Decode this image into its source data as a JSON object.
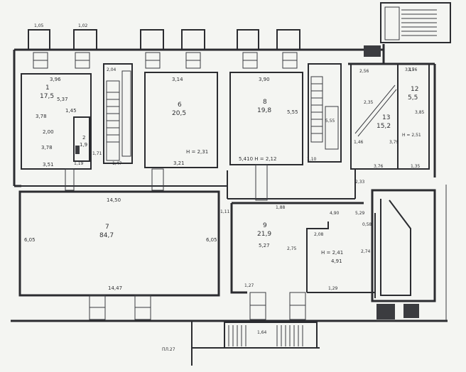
{
  "plan": {
    "rooms": [
      {
        "id": "r1",
        "number": "1",
        "area": "17,5"
      },
      {
        "id": "r6",
        "number": "6",
        "area": "20,5"
      },
      {
        "id": "r8",
        "number": "8",
        "area": "19,8"
      },
      {
        "id": "r7",
        "number": "7",
        "area": "84,7"
      },
      {
        "id": "r9",
        "number": "9",
        "area": "21,9"
      },
      {
        "id": "r12",
        "number": "12",
        "area": "5,5"
      },
      {
        "id": "r13",
        "number": "13",
        "area": "15,2"
      },
      {
        "id": "r2",
        "number": "2",
        "area": "1,9"
      }
    ],
    "dims": {
      "top_left_w1": "1,05",
      "top_left_w2": "1,02",
      "r1_top": "3,96",
      "r1_a": "5,37",
      "r1_b": "3,78",
      "r1_c": "2,00",
      "r1_d": "3,78",
      "r1_e": "1,45",
      "r1_bottom": "3,51",
      "r1_f": "1,19",
      "small_a": "2,04",
      "small_b": "1,71",
      "small_c": "1,47",
      "r6_top": "3,14",
      "r6_formula": "H = 2,31",
      "r6_bottom": "3,21",
      "r8_top": "3,90",
      "r8_side": "5,55",
      "r8_formula": "5,410 H = 2,12",
      "r8_e": "1,10",
      "r8_f": "5,55",
      "r12_top": "3,15",
      "r12_a": "3,85",
      "r13_top": "2,56",
      "r13_a": "3,79",
      "r13_b": "2,35",
      "r13_c": "H = 2,51",
      "r13_d": "1,46",
      "r13_e": "3,76",
      "r13_f": "1,35",
      "r13_g": "2,33",
      "r13_h": "3,76",
      "r7_top": "14,50",
      "r7_side_l": "6,05",
      "r7_side_r": "6,05",
      "r7_bottom": "14,47",
      "mid_a": "1,11",
      "mid_b": "1,88",
      "r9_a": "5,27",
      "r9_b": "2,75",
      "r9_c": "2,08",
      "r9_d": "4,90",
      "r9_e": "5,29",
      "r9_f": "0,58",
      "r9_formula": "H = 2,41",
      "r9_g": "4,91",
      "r9_h": "2,74",
      "r9_i": "1,27",
      "r9_j": "1,29",
      "r9_k": "1,64",
      "bottom_note": "ПЛ.27"
    }
  }
}
